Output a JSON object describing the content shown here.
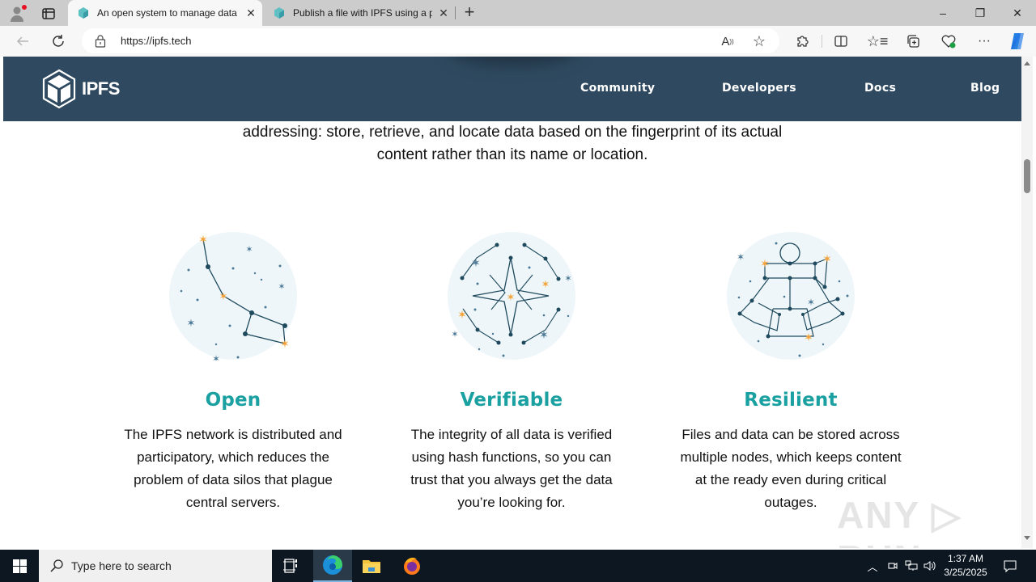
{
  "browser": {
    "tabs": [
      {
        "title": "An open system to manage data without a central server",
        "display": "An open system to manage data",
        "active": true
      },
      {
        "title": "Publish a file with IPFS using a pinning service",
        "display": "Publish a file with IPFS using a pi",
        "active": false
      }
    ],
    "new_tab_label": "+",
    "window_controls": {
      "minimize": "–",
      "restore": "❐",
      "close": "✕"
    },
    "address_bar": {
      "url": "https://ipfs.tech"
    },
    "toolbar_icons": [
      "read-aloud-icon",
      "favorite-star-icon",
      "extensions-icon",
      "split-screen-icon",
      "favorites-icon",
      "collections-icon",
      "browser-essentials-icon",
      "more-menu-icon",
      "copilot-icon"
    ]
  },
  "site": {
    "logo_text": "IPFS",
    "nav": [
      {
        "label": "Community"
      },
      {
        "label": "Developers"
      },
      {
        "label": "Docs"
      },
      {
        "label": "Blog"
      }
    ],
    "intro": {
      "line1": "addressing: store, retrieve, and locate data based on the fingerprint of its actual",
      "line2": "content rather than its name or location."
    },
    "features": [
      {
        "title": "Open",
        "text": "The IPFS network is distributed and participatory, which reduces the problem of data silos that plague central servers."
      },
      {
        "title": "Verifiable",
        "text": "The integrity of all data is verified using hash functions, so you can trust that you always get the data you’re looking for."
      },
      {
        "title": "Resilient",
        "text": "Files and data can be stored across multiple nodes, which keeps content at the ready even during critical outages."
      }
    ],
    "colors": {
      "header_bg": "#2f4a60",
      "feature_title": "#1aa0a0",
      "star_orange": "#f5a032",
      "star_blue": "#4a7896",
      "circle_bg": "#eef6f9"
    }
  },
  "watermark": "ANY ▷ RUN",
  "taskbar": {
    "search_placeholder": "Type here to search",
    "clock_time": "1:37 AM",
    "clock_date": "3/25/2025"
  }
}
